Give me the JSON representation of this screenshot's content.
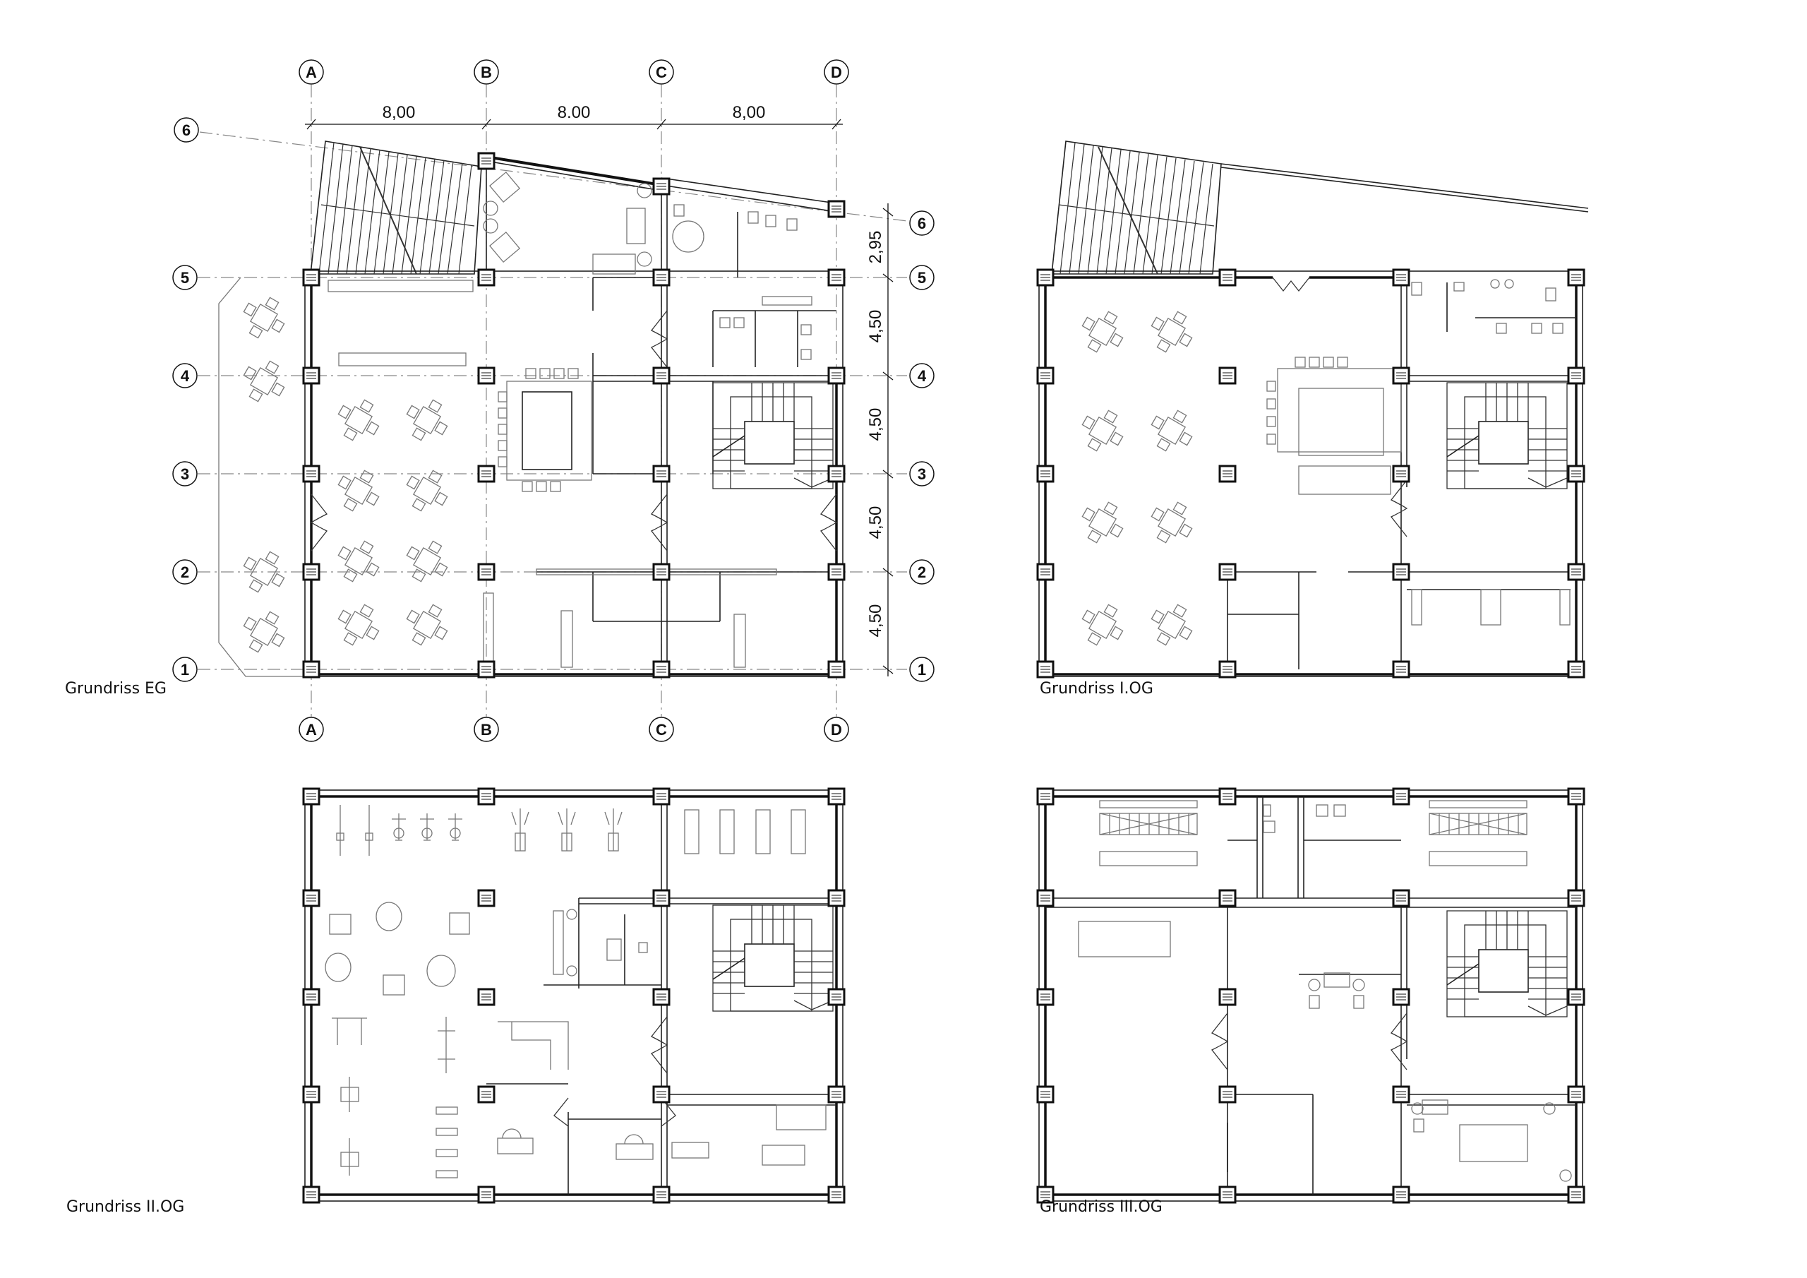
{
  "drawing": {
    "type": "architectural floor plans",
    "plans": [
      {
        "id": "eg",
        "title": "Grundriss EG"
      },
      {
        "id": "og1",
        "title": "Grundriss I.OG"
      },
      {
        "id": "og2",
        "title": "Grundriss II.OG"
      },
      {
        "id": "og3",
        "title": "Grundriss III.OG"
      }
    ],
    "axes_columns": [
      "A",
      "B",
      "C",
      "D"
    ],
    "axes_rows": [
      "1",
      "2",
      "3",
      "4",
      "5",
      "6"
    ],
    "dimensions_horizontal": [
      "8,00",
      "8.00",
      "8,00"
    ],
    "dimensions_vertical": [
      "2,95",
      "4,50",
      "4,50",
      "4,50",
      "4,50"
    ],
    "colors": {
      "line": "#111111",
      "furniture": "#777777",
      "grid": "#888888",
      "background": "#ffffff"
    }
  }
}
